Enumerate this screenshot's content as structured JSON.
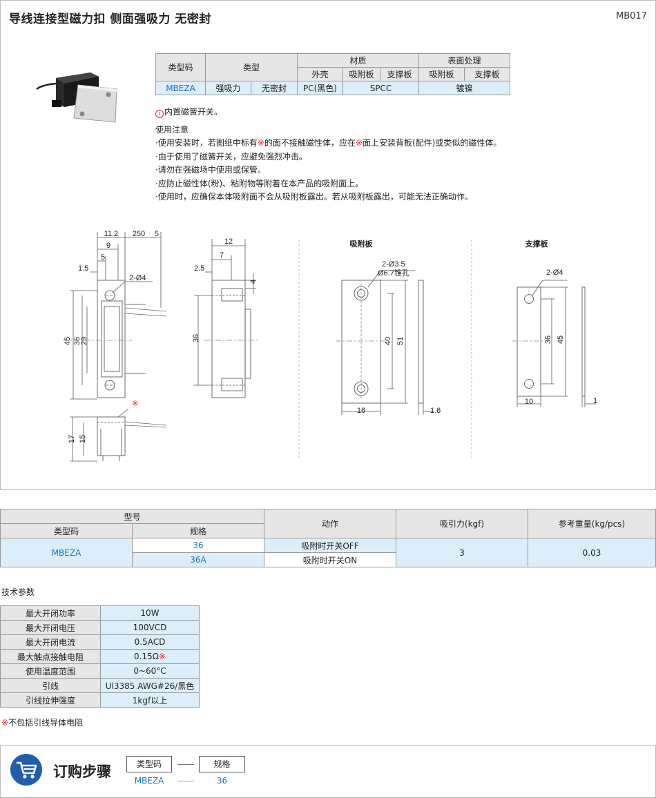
{
  "header": {
    "title": "导线连接型磁力扣  侧面强吸力  无密封",
    "code": "MB017"
  },
  "spec_table": {
    "h_type_code": "类型码",
    "h_type": "类型",
    "h_material": "材质",
    "h_surface": "表面处理",
    "h_shell": "外壳",
    "h_adsorb": "吸附板",
    "h_support": "支撑板",
    "h_surf_adsorb": "吸附板",
    "h_surf_support": "支撑板",
    "v_type_code": "MBEZA",
    "v_type1": "强吸力",
    "v_type2": "无密封",
    "v_shell": "PC(黑色)",
    "v_plate_mat": "SPCC",
    "v_surface": "镀镍"
  },
  "notes": {
    "info_icon": "i",
    "info": "内置磁簧开关。",
    "caution_title": "使用注意",
    "c1_a": "·使用安装时，若图纸中标有",
    "c1_mark": "※",
    "c1_b": "的面不接触磁性体，应在",
    "c1_mark2": "※",
    "c1_c": "面上安装背板(配件)或类似的磁性体。",
    "c2": "·由于使用了磁簧开关，应避免强烈冲击。",
    "c3": "·请勿在强磁场中使用或保管。",
    "c4": "·应防止磁性体(粉)、粘附物等附着在本产品的吸附面上。",
    "c5": "·使用时，应确保本体吸附面不会从吸附板露出。若从吸附板露出，可能无法正确动作。"
  },
  "drawing": {
    "label_adsorb": "吸附板",
    "label_support": "支撑板",
    "d_11_2": "11.2",
    "d_250": "250",
    "d_5a": "5",
    "d_9": "9",
    "d_5b": "5",
    "d_1_5": "1.5",
    "d_2_4a": "2-Ø4",
    "d_45a": "45",
    "d_36a": "36",
    "d_29": "29",
    "d_mark": "※",
    "d_17": "17",
    "d_15": "15",
    "d_12": "12",
    "d_7": "7",
    "d_2_5": "2.5",
    "d_4": "4",
    "d_36b": "36",
    "d_2_3_5": "2-Ø3.5",
    "d_6_7": "Ø6.7锥孔",
    "d_40": "40",
    "d_51": "51",
    "d_16": "16",
    "d_1_6": "1.6",
    "d_2_4b": "2-Ø4",
    "d_36c": "36",
    "d_45b": "45",
    "d_10": "10",
    "d_1": "1"
  },
  "model_table": {
    "h_model": "型号",
    "h_type_code": "类型码",
    "h_spec": "规格",
    "h_action": "动作",
    "h_force": "吸引力(kgf)",
    "h_weight": "参考重量(kg/pcs)",
    "type_code": "MBEZA",
    "spec1": "36",
    "spec2": "36A",
    "action1": "吸附时开关OFF",
    "action2": "吸附时开关ON",
    "force": "3",
    "weight": "0.03"
  },
  "tech": {
    "title": "技术参数",
    "rows": [
      {
        "k": "最大开闭功率",
        "v": "10W"
      },
      {
        "k": "最大开闭电压",
        "v": "100VCD"
      },
      {
        "k": "最大开闭电流",
        "v": "0.5ACD"
      },
      {
        "k": "最大触点接触电阻",
        "v": "0.15Ω",
        "mark": "※"
      },
      {
        "k": "使用温度范围",
        "v": "0~60°C"
      },
      {
        "k": "引线",
        "v": "Ul3385  AWG#26/黑色"
      },
      {
        "k": "引线拉伸强度",
        "v": "1kgf以上"
      }
    ],
    "foot_mark": "※",
    "foot": "不包括引线导体电阻"
  },
  "order": {
    "title": "订购步骤",
    "box1": "类型码",
    "box2": "规格",
    "val1": "MBEZA",
    "val2": "36"
  },
  "colors": {
    "accent_blue": "#1a73c2",
    "value_bg": "#dceefa",
    "header_bg": "#e6e6e6",
    "cart_bg": "#1f5fae",
    "mark_red": "#dd2222"
  }
}
